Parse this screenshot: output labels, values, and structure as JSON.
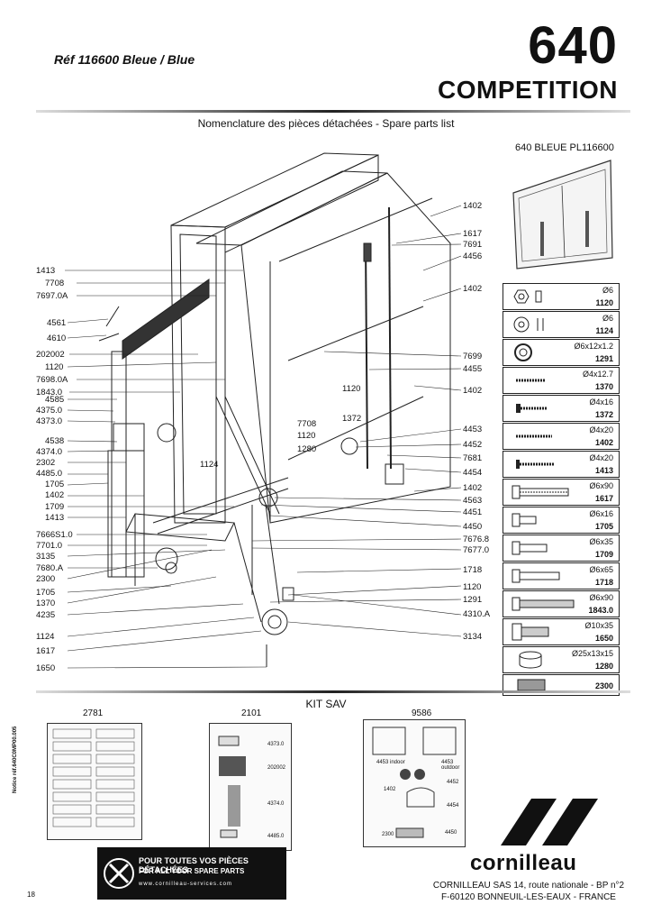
{
  "header": {
    "ref": "Réf 116600  Bleue / Blue",
    "model_number": "640",
    "model_name": "COMPETITION"
  },
  "subtitle": "Nomenclature des pièces détachées  -  Spare parts list",
  "preview_label": "640  BLEUE  PL116600",
  "left_labels": [
    "1413",
    "7708",
    "7697.0A",
    "4561",
    "4610",
    "202002",
    "1120",
    "7698.0A",
    "1843.0",
    "4585",
    "4375.0",
    "4373.0",
    "4538",
    "4374.0",
    "2302",
    "4485.0",
    "1705",
    "1402",
    "1709",
    "1413",
    "7666S1.0",
    "7701.0",
    "3135",
    "7680.A",
    "2300",
    "1705",
    "1370",
    "4235",
    "1124",
    "1617",
    "1650"
  ],
  "right_labels": [
    "1402",
    "1617",
    "7691",
    "4456",
    "1402",
    "7699",
    "4455",
    "1402",
    "4453",
    "4452",
    "7681",
    "4454",
    "1402",
    "4563",
    "4451",
    "4450",
    "7676.8",
    "7677.0",
    "1718",
    "1120",
    "1291",
    "4310.A",
    "3134"
  ],
  "center_labels": {
    "a": "1120",
    "b": "1372",
    "c": "7708",
    "d": "1120",
    "e": "1280",
    "f": "1124"
  },
  "parts": [
    {
      "dim": "Ø6",
      "code": "1120"
    },
    {
      "dim": "Ø6",
      "code": "1124"
    },
    {
      "dim": "Ø6x12x1.2",
      "code": "1291"
    },
    {
      "dim": "Ø4x12.7",
      "code": "1370"
    },
    {
      "dim": "Ø4x16",
      "code": "1372"
    },
    {
      "dim": "Ø4x20",
      "code": "1402"
    },
    {
      "dim": "Ø4x20",
      "code": "1413"
    },
    {
      "dim": "Ø6x90",
      "code": "1617"
    },
    {
      "dim": "Ø6x16",
      "code": "1705"
    },
    {
      "dim": "Ø6x35",
      "code": "1709"
    },
    {
      "dim": "Ø6x65",
      "code": "1718"
    },
    {
      "dim": "Ø6x90",
      "code": "1843.0"
    },
    {
      "dim": "Ø10x35",
      "code": "1650"
    },
    {
      "dim": "Ø25x13x15",
      "code": "1280"
    },
    {
      "dim": "",
      "code": "2300"
    }
  ],
  "kit": {
    "title": "KIT SAV",
    "kits": [
      "2781",
      "2101",
      "9586"
    ],
    "k2101": [
      "4373.0",
      "202002",
      "4374.0",
      "4485.0"
    ],
    "k9586": [
      "4453 indoor",
      "4453 outdoor",
      "4452",
      "1402",
      "4454",
      "2300",
      "4450"
    ]
  },
  "banner": {
    "line1": "POUR TOUTES VOS PIÈCES DÉTACHÉES",
    "line2": "FOR ALL YOUR SPARE PARTS",
    "line3": "www.cornilleau-services.com"
  },
  "footer": {
    "brand": "cornilleau",
    "address1": "CORNILLEAU SAS  14, route nationale - BP n°2",
    "address2": "F-60120 BONNEUIL-LES-EAUX - FRANCE",
    "side_text": "Notice réf.640C0MP00.005",
    "page": "18"
  }
}
